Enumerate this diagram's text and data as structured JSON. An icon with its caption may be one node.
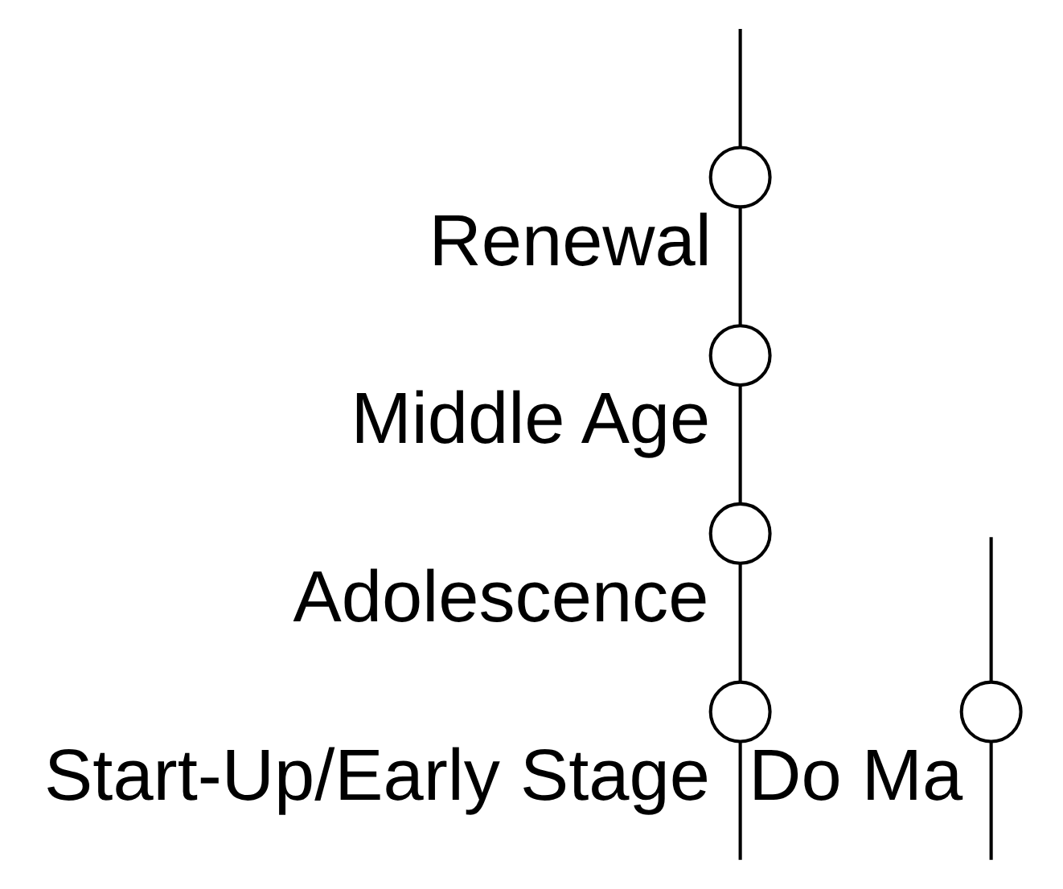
{
  "diagram": {
    "nodes": [
      {
        "text": [],
        "shape": "circle",
        "beside": [
          "Renewal"
        ]
      },
      {
        "text": [],
        "shape": "circle",
        "beside": [
          "Middle Age"
        ]
      },
      {
        "text": [],
        "shape": "circle",
        "beside": [
          "Adolescence"
        ]
      },
      {
        "text": [],
        "shape": "circle",
        "beside": [
          "Start-Up/Early Stage"
        ]
      },
      {
        "text": [],
        "shape": "circle",
        "beside": [
          "Do Ma"
        ]
      }
    ],
    "edges": [
      {
        "from": null,
        "to": 3,
        "arrow": "none"
      },
      {
        "from": 3,
        "to": 2,
        "arrow": "none"
      },
      {
        "from": 2,
        "to": 1,
        "arrow": "none"
      },
      {
        "from": 1,
        "to": 0,
        "arrow": "none"
      },
      {
        "from": 0,
        "to": null,
        "arrow": "none"
      },
      {
        "from": null,
        "to": 4,
        "arrow": "none"
      },
      {
        "from": 4,
        "to": null,
        "arrow": "none"
      }
    ]
  }
}
